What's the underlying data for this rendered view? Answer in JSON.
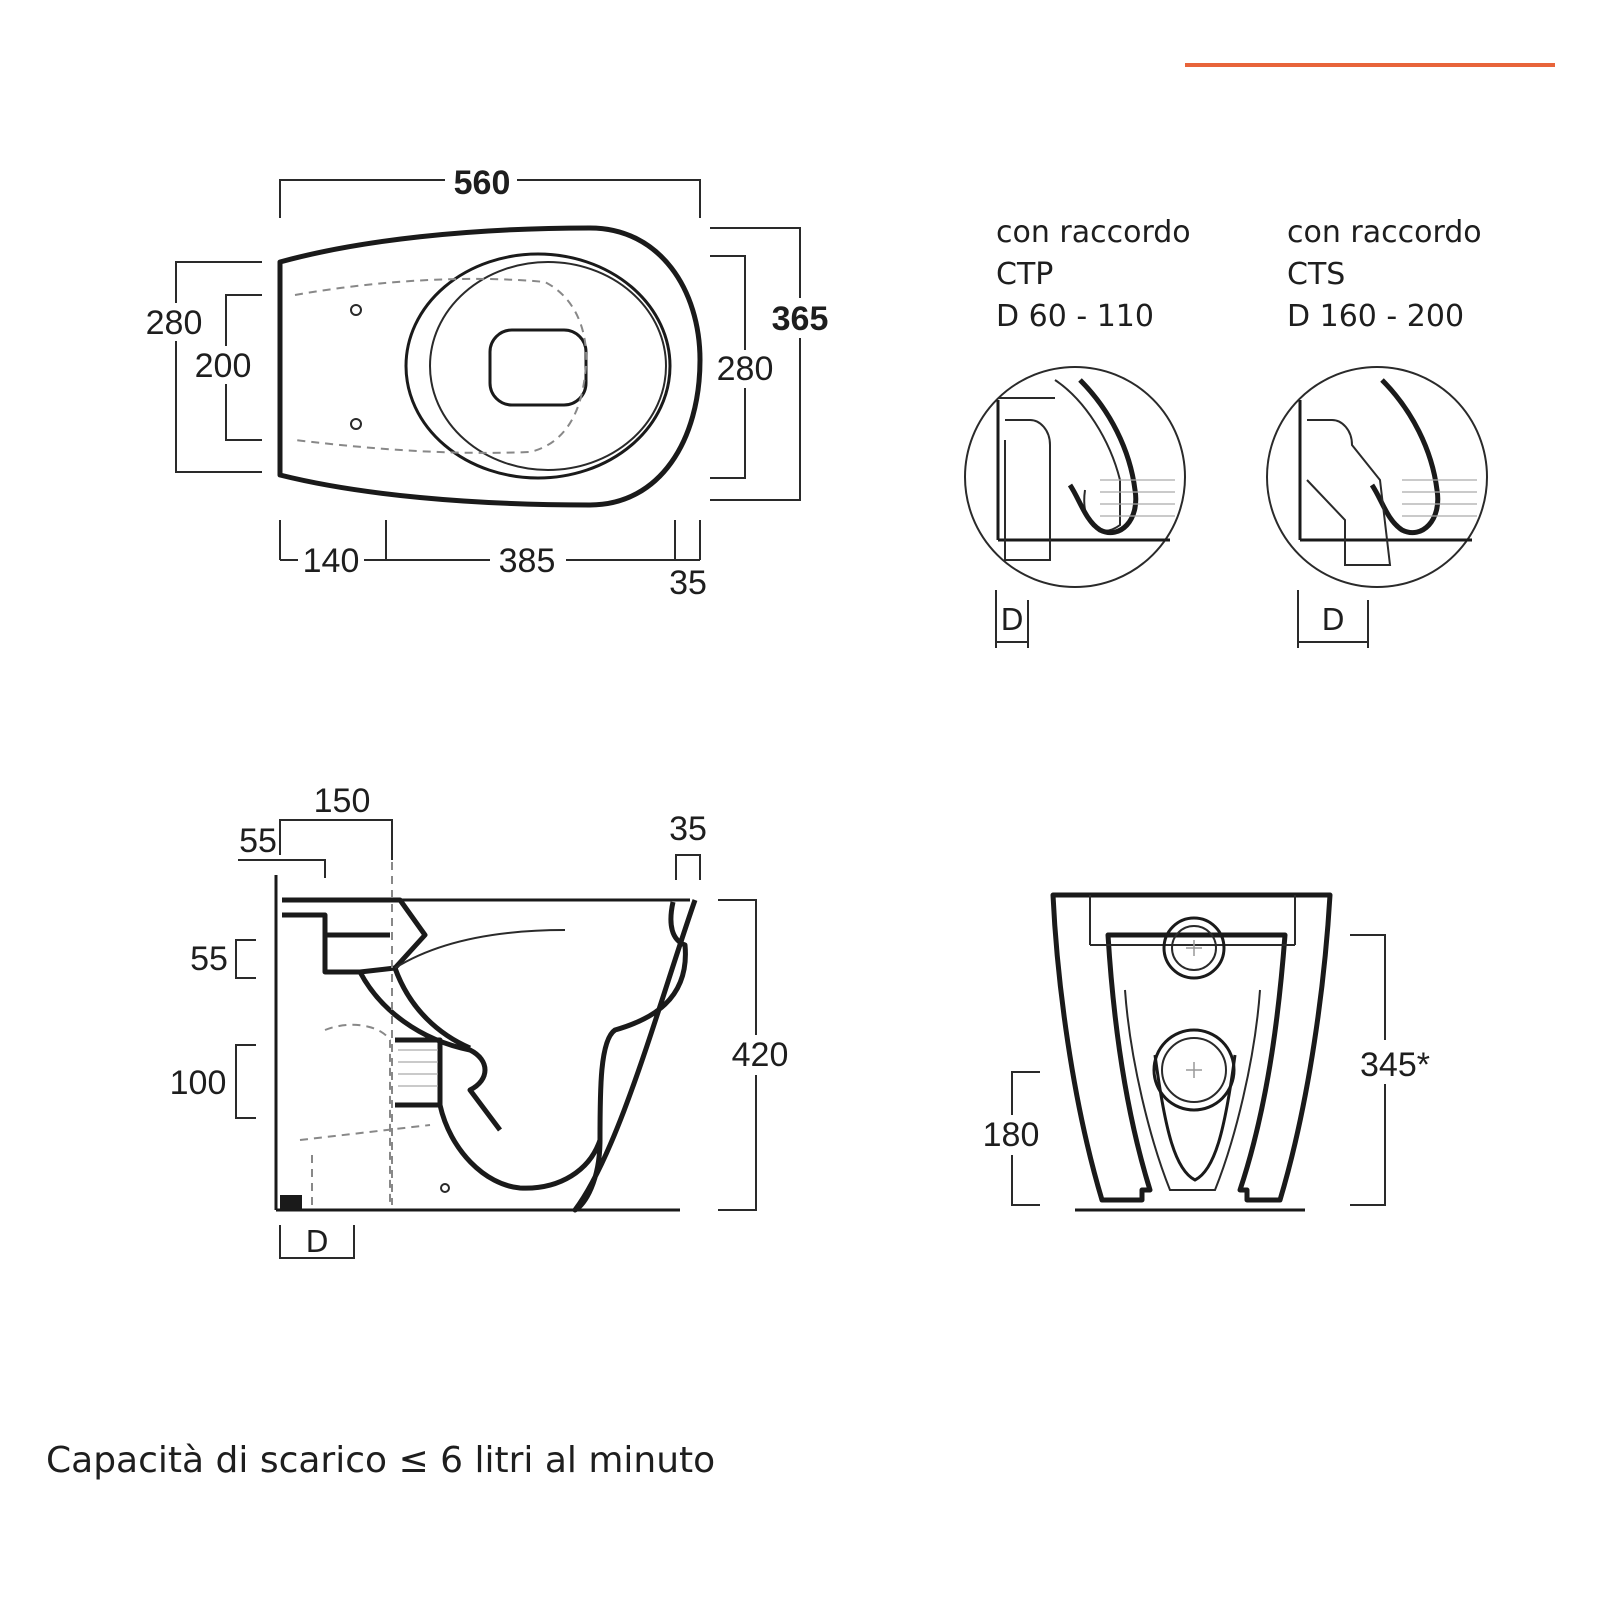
{
  "accent_color": "#e8643a",
  "plan_view": {
    "width": "560",
    "depth_outer": "365",
    "depth_inner": "280",
    "left_outer": "280",
    "left_inner": "200",
    "bottom_left": "140",
    "bottom_mid": "385",
    "bottom_right": "35"
  },
  "details": [
    {
      "line1": "con raccordo",
      "line2": "CTP",
      "line3": "D 60 - 110",
      "dim": "D"
    },
    {
      "line1": "con raccordo",
      "line2": "CTS",
      "line3": "D 160 - 200",
      "dim": "D"
    }
  ],
  "side_view": {
    "top_150": "150",
    "top_55": "55",
    "top_right_35": "35",
    "left_55": "55",
    "left_100": "100",
    "height": "420",
    "bottom_d": "D"
  },
  "back_view": {
    "left_180": "180",
    "right_345": "345*"
  },
  "note": "Capacità di scarico ≤ 6 litri al minuto"
}
